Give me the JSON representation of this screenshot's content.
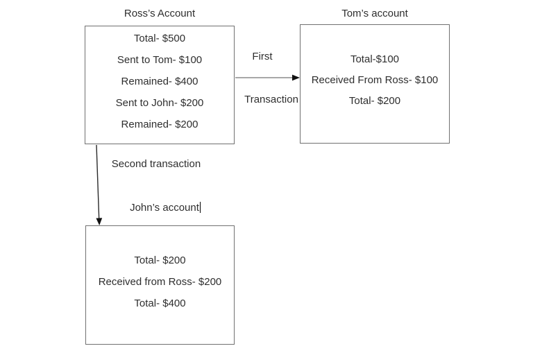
{
  "colors": {
    "background": "#ffffff",
    "box_border": "#707070",
    "text": "#2e2e2e",
    "arrow_line_horizontal": "#8c8c8c",
    "arrow_line_vertical": "#2a2a2a",
    "arrow_head": "#111111"
  },
  "ross_account": {
    "title": "Ross’s Account",
    "lines": [
      "Total- $500",
      "Sent to Tom- $100",
      "Remained- $400",
      "Sent to John- $200",
      "Remained- $200"
    ]
  },
  "tom_account": {
    "title": "Tom’s account",
    "lines": [
      "Total-$100",
      "Received From Ross- $100",
      "Total- $200"
    ]
  },
  "john_account": {
    "title": "John’s account",
    "lines": [
      "Total- $200",
      "Received from Ross- $200",
      "Total- $400"
    ]
  },
  "first_transaction": {
    "label_top": "First",
    "label_bottom": "Transaction"
  },
  "second_transaction": {
    "label": "Second transaction"
  }
}
